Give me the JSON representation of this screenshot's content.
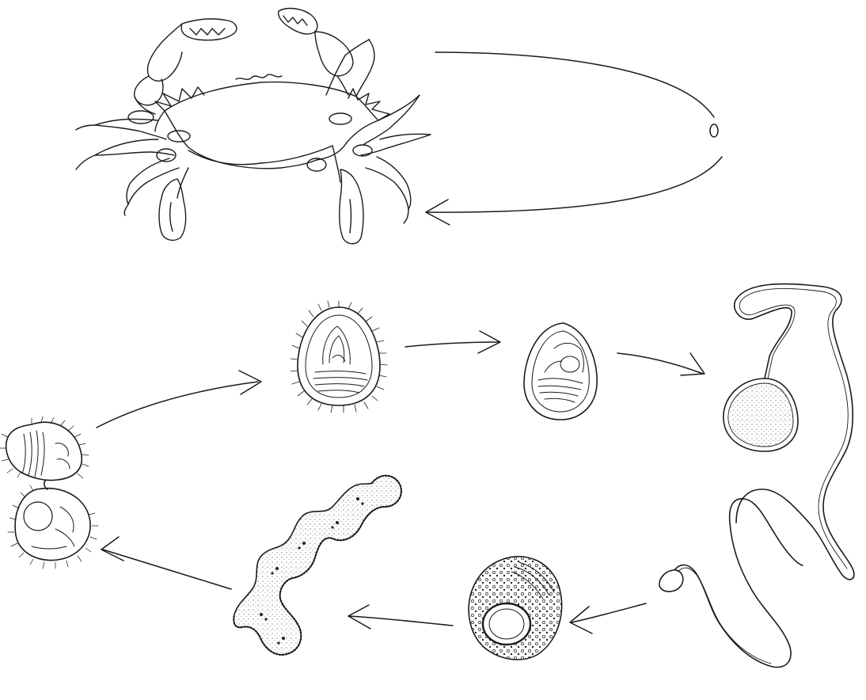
{
  "diagram": {
    "type": "life-cycle illustration",
    "ink_color": "#1a1a1a",
    "background": "#ffffff",
    "labels": [],
    "stages": [
      {
        "id": "host",
        "icon": "crab-icon"
      },
      {
        "id": "stage-1",
        "icon": "ovoid-spore-icon"
      },
      {
        "id": "stage-2",
        "icon": "ciliated-egg-cell-icon"
      },
      {
        "id": "stage-3",
        "icon": "encysted-cell-icon"
      },
      {
        "id": "stage-4",
        "icon": "flagellated-cell-icon"
      },
      {
        "id": "stage-5",
        "icon": "small-flagellate-icon"
      },
      {
        "id": "stage-6",
        "icon": "granular-round-cell-icon"
      },
      {
        "id": "stage-7",
        "icon": "plasmodium-chain-icon"
      },
      {
        "id": "stage-8",
        "icon": "dividing-cell-pair-icon"
      }
    ],
    "arrows": [
      {
        "from": "host",
        "to": "stage-1"
      },
      {
        "from": "stage-1",
        "to": "host"
      },
      {
        "from": "stage-8",
        "to": "stage-2"
      },
      {
        "from": "stage-2",
        "to": "stage-3"
      },
      {
        "from": "stage-3",
        "to": "stage-4"
      },
      {
        "from": "stage-5",
        "to": "stage-6"
      },
      {
        "from": "stage-6",
        "to": "stage-7"
      },
      {
        "from": "stage-7",
        "to": "stage-8"
      }
    ]
  }
}
